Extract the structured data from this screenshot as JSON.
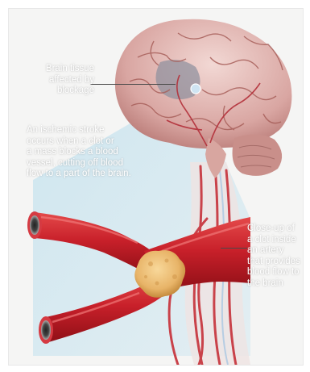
{
  "labels": {
    "brain_tissue": "Brain tissue\naffected by\nblockage",
    "ischemic_stroke": "An ischemic stroke\noccurs when a clot or\na mass blocks a blood\nvessel, cutting off blood\nflow to a part of the brain.",
    "clot_closeup": "Close-up of\na clot inside\nan artery\nthat provides\nblood flow to\nthe brain"
  },
  "colors": {
    "background": "#f5f5f4",
    "artery": "#c8202a",
    "clot": "#e8b468",
    "brain": "#d9a6a2",
    "zoom_cone": "#bfe0ee"
  }
}
